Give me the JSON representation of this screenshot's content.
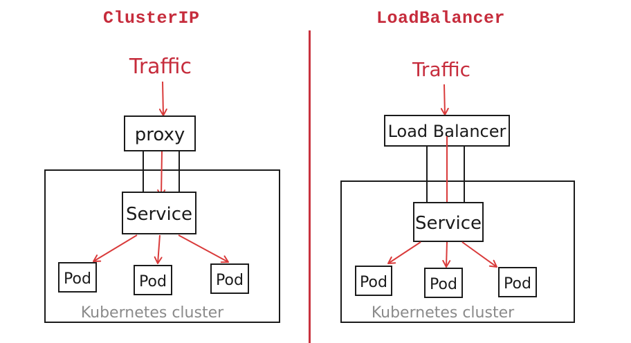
{
  "left_panel": {
    "title": "ClusterIP",
    "traffic_label": "Traffic",
    "proxy_label": "proxy",
    "service_label": "Service",
    "pods": [
      "Pod",
      "Pod",
      "Pod"
    ],
    "cluster_label": "Kubernetes cluster"
  },
  "right_panel": {
    "title": "LoadBalancer",
    "traffic_label": "Traffic",
    "load_balancer_label": "Load Balancer",
    "service_label": "Service",
    "pods": [
      "Pod",
      "Pod",
      "Pod"
    ],
    "cluster_label": "Kubernetes cluster"
  },
  "colors": {
    "accent_red": "#c62c3c",
    "arrow_red": "#d93a3a",
    "ink": "#1a1a1a",
    "cluster_label_gray": "#8a8a8a"
  }
}
